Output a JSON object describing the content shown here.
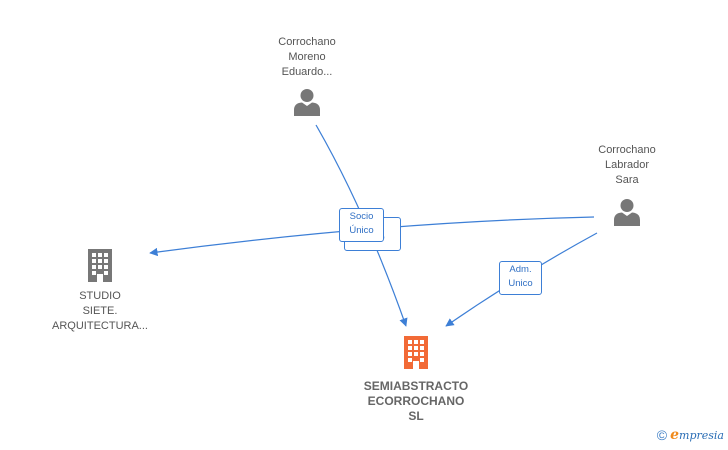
{
  "nodes": {
    "person_eduardo": {
      "lines": [
        "Corrochano",
        "Moreno",
        "Eduardo..."
      ],
      "icon": "person-icon",
      "color": "#777777"
    },
    "person_sara": {
      "lines": [
        "Corrochano",
        "Labrador",
        "Sara"
      ],
      "icon": "person-icon",
      "color": "#777777"
    },
    "company_studio": {
      "lines": [
        "STUDIO",
        "SIETE.",
        "ARQUITECTURA..."
      ],
      "icon": "building-icon",
      "color": "#777777"
    },
    "company_main": {
      "lines": [
        "SEMIABSTRACTO",
        "ECORROCHANO",
        "SL"
      ],
      "icon": "building-icon",
      "color": "#f26a36"
    }
  },
  "edges": [
    {
      "from": "person_eduardo",
      "to": "company_main",
      "label": [
        "Socio",
        "Único"
      ]
    },
    {
      "from": "person_sara",
      "to": "company_studio",
      "label": [
        "Socio",
        "Único"
      ]
    },
    {
      "from": "person_sara",
      "to": "company_main",
      "label": [
        "Adm.",
        "Unico"
      ]
    }
  ],
  "colors": {
    "edge": "#3d7fd6",
    "label_text": "#2f6fc4"
  },
  "brand": {
    "symbol": "©",
    "initial": "e",
    "rest": "mpresia"
  }
}
